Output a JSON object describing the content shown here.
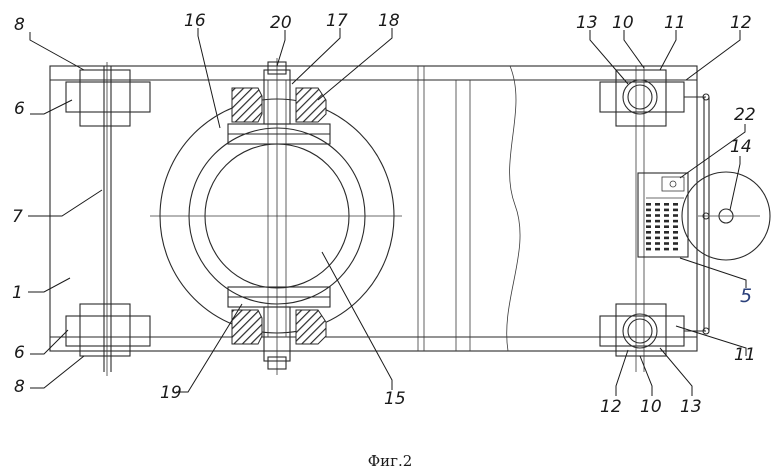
{
  "caption": "Фиг.2",
  "labels": {
    "n8_top": "8",
    "n6_top": "6",
    "n7": "7",
    "n1": "1",
    "n6_bottom": "6",
    "n8_bottom": "8",
    "n16": "16",
    "n20": "20",
    "n17": "17",
    "n18": "18",
    "n19": "19",
    "n15": "15",
    "n13_top": "13",
    "n10_top": "10",
    "n11_top": "11",
    "n12_top": "12",
    "n22": "22",
    "n14": "14",
    "n5": "5",
    "n11_bottom": "11",
    "n12_bottom": "12",
    "n10_bottom": "10",
    "n13_bottom": "13"
  }
}
